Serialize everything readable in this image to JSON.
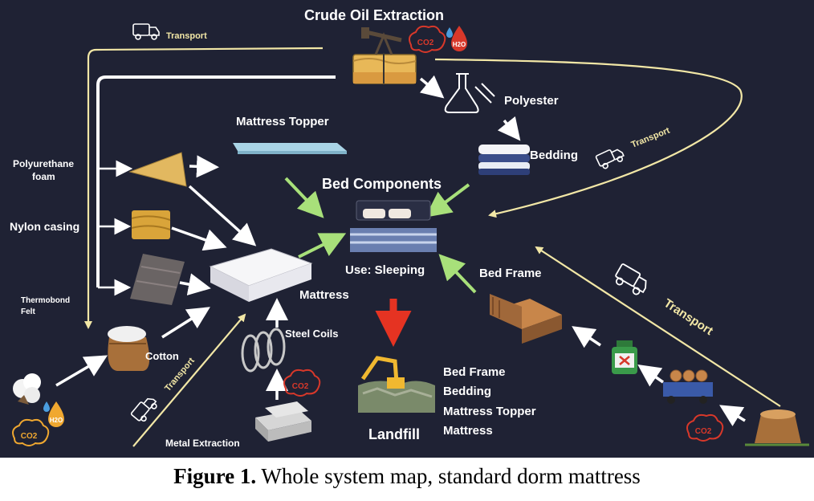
{
  "title": "Crude Oil Extraction",
  "nodes": {
    "polyester": "Polyester",
    "bedding": "Bedding",
    "mattress_topper": "Mattress Topper",
    "bed_components": "Bed Components",
    "use": "Use: Sleeping",
    "polyurethane_foam_line1": "Polyurethane",
    "polyurethane_foam_line2": "foam",
    "nylon_casing": "Nylon casing",
    "thermobond_line1": "Thermobond",
    "thermobond_line2": "Felt",
    "mattress": "Mattress",
    "steel_coils": "Steel Coils",
    "cotton": "Cotton",
    "metal_extraction": "Metal Extraction",
    "bed_frame": "Bed Frame",
    "landfill": "Landfill"
  },
  "landfill_items": [
    "Bed Frame",
    "Bedding",
    "Mattress Topper",
    "Mattress"
  ],
  "transport_labels": {
    "top": "Transport",
    "right_upper": "Transport",
    "right_lower": "Transport",
    "left_lower": "Transport"
  },
  "chem": {
    "co2": "CO2",
    "h2o": "H2O"
  },
  "caption": {
    "figure": "Figure 1.",
    "text": " Whole system map, standard dorm mattress"
  },
  "colors": {
    "background": "#1f2234",
    "arrow_white": "#ffffff",
    "arrow_green": "#a8e07a",
    "arrow_red": "#e53322",
    "transport_line": "#f2e7a6",
    "co2_red": "#d8382a",
    "h2o_orange": "#f0a830",
    "water_blue": "#4a9ee0"
  }
}
